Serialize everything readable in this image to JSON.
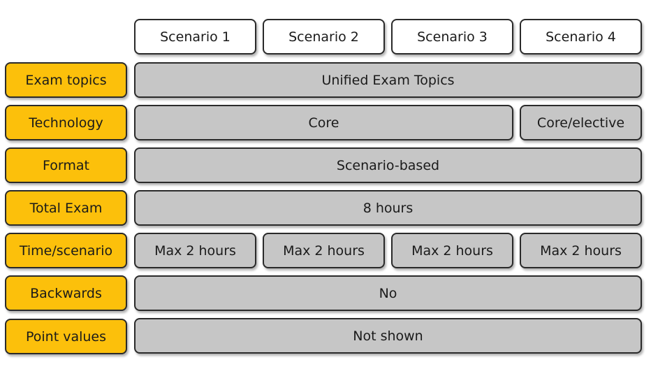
{
  "scenarios": [
    "Scenario 1",
    "Scenario 2",
    "Scenario 3",
    "Scenario 4"
  ],
  "rows": [
    {
      "label": "Exam topics",
      "cells": [
        "Unified Exam Topics"
      ]
    },
    {
      "label": "Technology",
      "cells": [
        "Core",
        "Core/elective"
      ]
    },
    {
      "label": "Format",
      "cells": [
        "Scenario-based"
      ]
    },
    {
      "label": "Total Exam",
      "cells": [
        "8 hours"
      ]
    },
    {
      "label": "Time/scenario",
      "cells": [
        "Max 2 hours",
        "Max 2 hours",
        "Max 2 hours",
        "Max 2 hours"
      ]
    },
    {
      "label": "Backwards",
      "cells": [
        "No"
      ]
    },
    {
      "label": "Point values",
      "cells": [
        "Not shown"
      ]
    }
  ],
  "colors": {
    "label_fill": "#fcc00b",
    "cell_fill": "#c6c6c6",
    "header_fill": "#ffffff",
    "border": "#2a2a2a"
  }
}
